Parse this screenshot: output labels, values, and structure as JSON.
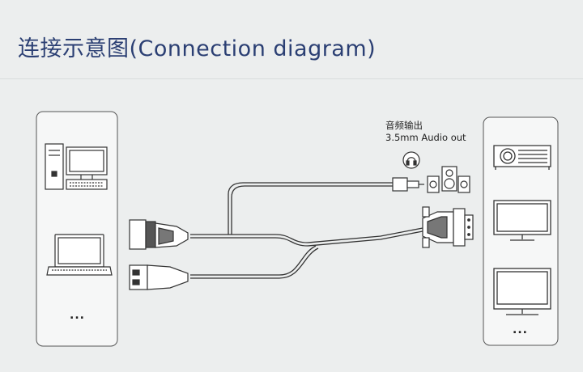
{
  "title": "连接示意图(Connection diagram)",
  "audio_label": {
    "line1": "音频输出",
    "line2": "3.5mm Audio out"
  },
  "left_panel_more": "...",
  "right_panel_more": "...",
  "colors": {
    "title": "#2b3f73",
    "line": "#333333",
    "background": "#eceeee",
    "panel": "#f6f7f7"
  },
  "icons": [
    "desktop-pc-icon",
    "laptop-icon",
    "projector-icon",
    "monitor-icon",
    "tv-icon",
    "speaker-icon",
    "headphone-jack-icon"
  ]
}
